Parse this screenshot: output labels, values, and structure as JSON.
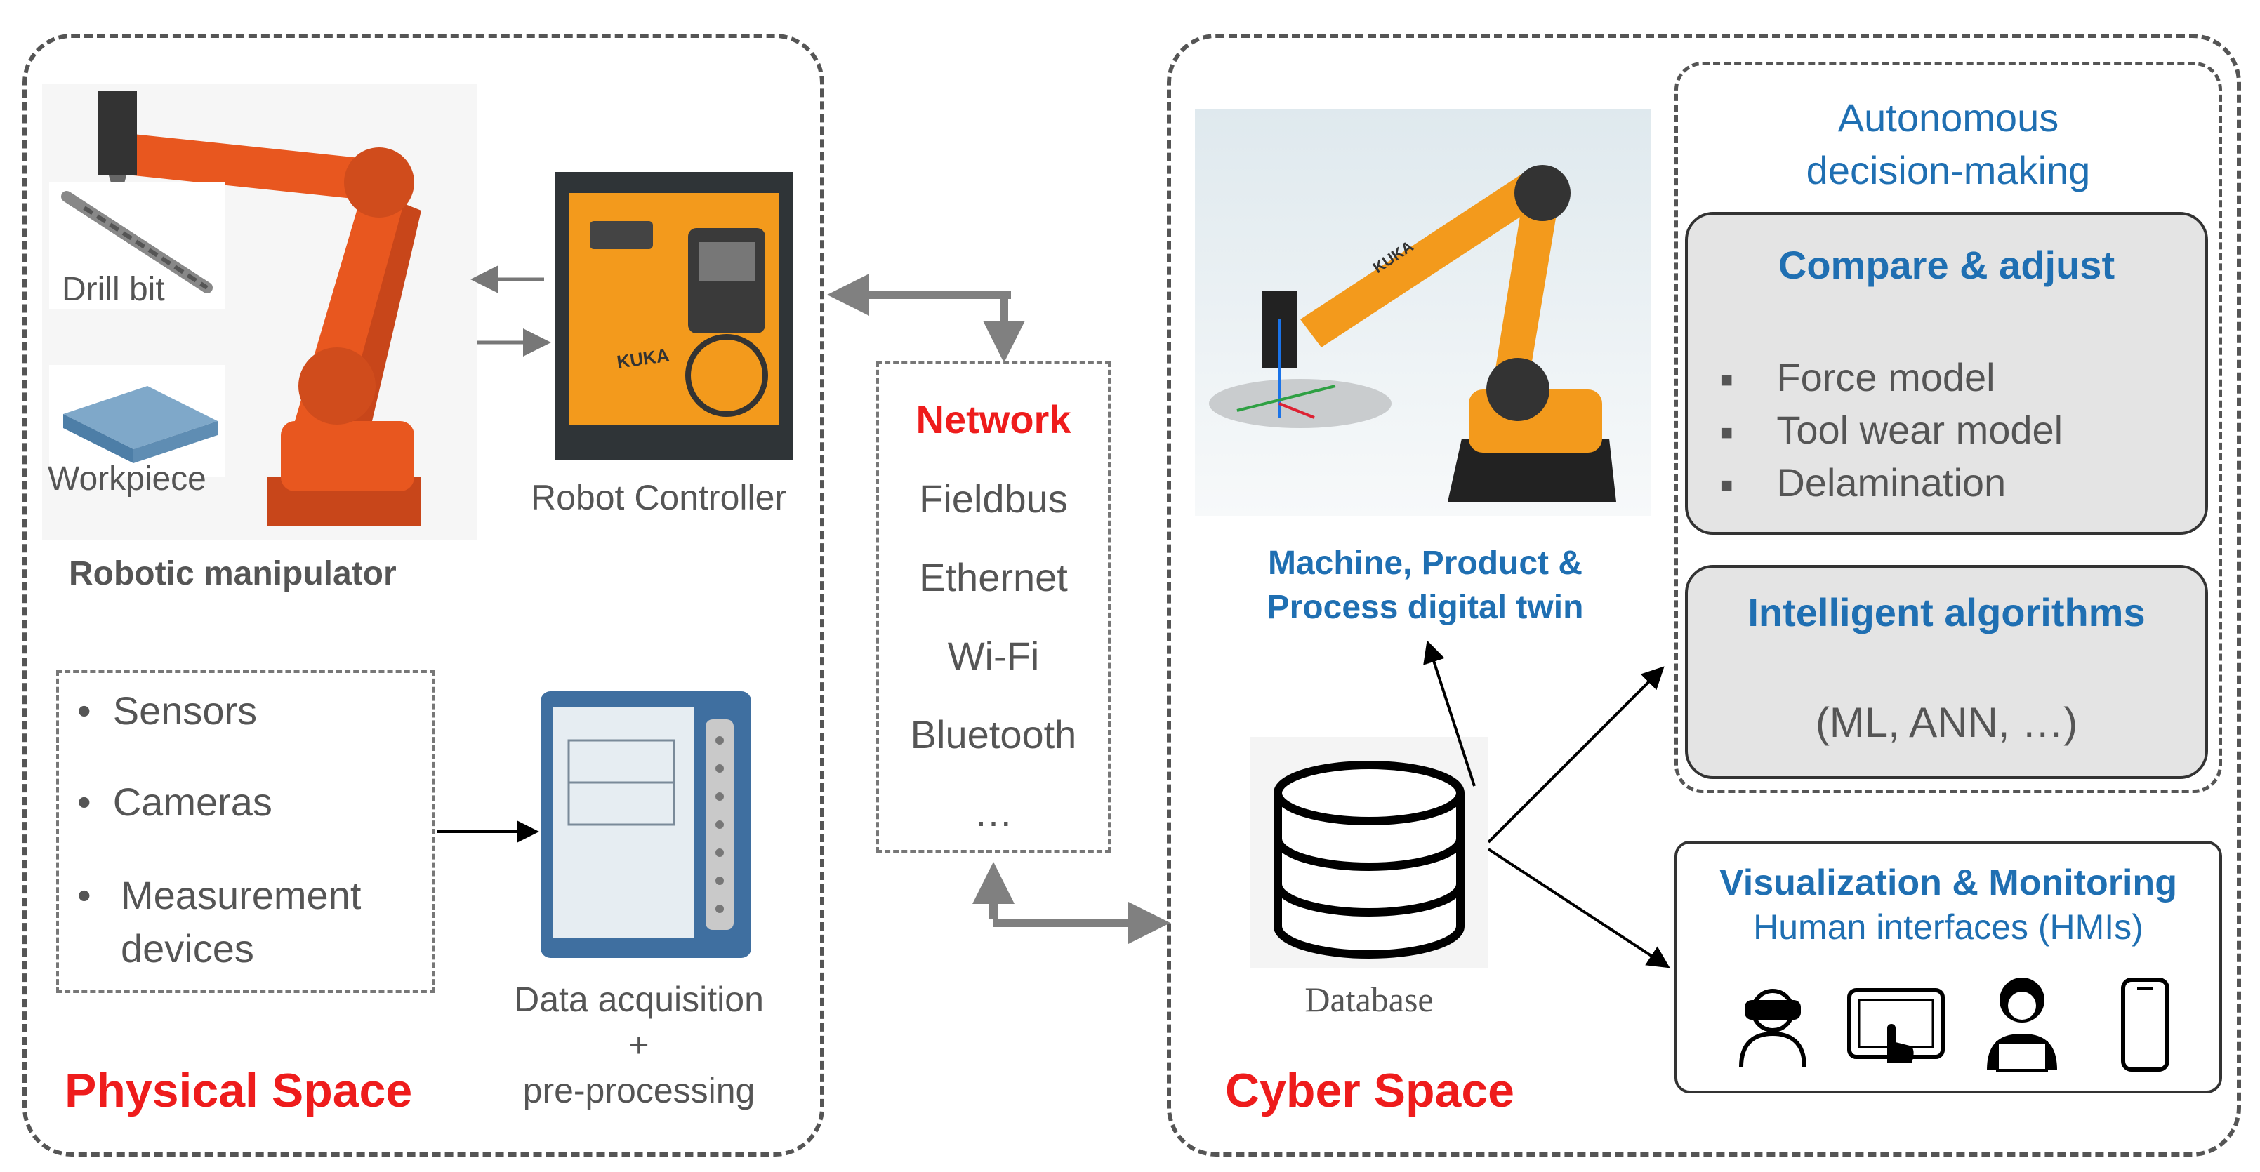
{
  "physical": {
    "title": "Physical Space",
    "drill_bit": "Drill bit",
    "workpiece": "Workpiece",
    "robot_manipulator": "Robotic manipulator",
    "robot_controller": "Robot Controller",
    "controller_brand": "KUKA",
    "sensors_list": [
      "Sensors",
      "Cameras",
      "Measurement devices"
    ],
    "daq_line1": "Data acquisition",
    "daq_line2": "+",
    "daq_line3": "pre-processing"
  },
  "network": {
    "title": "Network",
    "items": [
      "Fieldbus",
      "Ethernet",
      "Wi-Fi",
      "Bluetooth",
      "…"
    ]
  },
  "cyber": {
    "title": "Cyber Space",
    "twin_line1": "Machine, Product &",
    "twin_line2": "Process digital twin",
    "twin_brand": "KUKA",
    "database": "Database",
    "autonomous_line1": "Autonomous",
    "autonomous_line2": "decision-making",
    "compare_title": "Compare & adjust",
    "compare_items": [
      "Force model",
      "Tool wear model",
      "Delamination"
    ],
    "algorithms_title": "Intelligent algorithms",
    "algorithms_sub": "(ML, ANN, …)",
    "vis_title": "Visualization & Monitoring",
    "vis_sub": "Human interfaces (HMIs)",
    "hmi_icons": [
      "vr-headset-user-icon",
      "touchscreen-icon",
      "operator-laptop-icon",
      "smartphone-icon"
    ]
  },
  "colors": {
    "red": "#ee1c1c",
    "blue": "#1f6fb2",
    "robot_orange": "#e8571f",
    "kuka_orange": "#f39a1c"
  }
}
